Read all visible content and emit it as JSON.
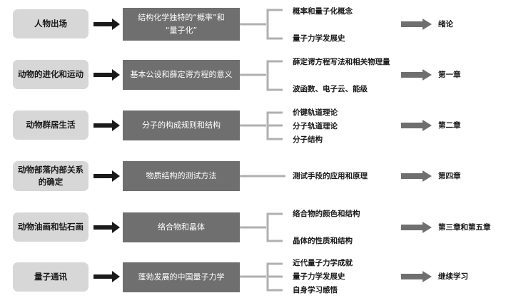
{
  "rows": [
    {
      "left": "人物出场",
      "mid_line1": "结构化学独特的“概率”和",
      "mid_line2": "“量子化”",
      "items": [
        "概率和量子化概念",
        "量子力学发展史"
      ],
      "chapter": "绪论"
    },
    {
      "left": "动物的进化和运动",
      "mid_line1": "基本公设和薛定谔方程的意义",
      "items": [
        "薛定谔方程写法和相关物理量",
        "波函数、电子云、能级"
      ],
      "chapter": "第一章"
    },
    {
      "left": "动物群居生活",
      "mid_line1": "分子的构成规则和结构",
      "items": [
        "价键轨道理论",
        "分子轨道理论",
        "分子结构"
      ],
      "chapter": "第二章"
    },
    {
      "left_line1": "动物部落内部关系",
      "left_line2": "的确定",
      "mid_line1": "物质结构的测试方法",
      "items": [
        "测试手段的应用和原理"
      ],
      "chapter": "第四章"
    },
    {
      "left": "动物油画和钻石画",
      "mid_line1": "络合物和晶体",
      "items": [
        "络合物的颜色和结构",
        "晶体的性质和结构"
      ],
      "chapter": "第三章和第五章"
    },
    {
      "left": "量子通讯",
      "mid_line1": "蓬勃发展的中国量子力学",
      "items": [
        "近代量子力学成就",
        "量子力学发展史",
        "自身学习感悟"
      ],
      "chapter": "继续学习"
    }
  ],
  "colors": {
    "left_box": "#d7d7d7",
    "mid_box": "#6f6f6f",
    "bracket": "#b0b0b0",
    "arrow_dark": "#1a1a1a",
    "arrow_gray": "#6f6f6f"
  }
}
